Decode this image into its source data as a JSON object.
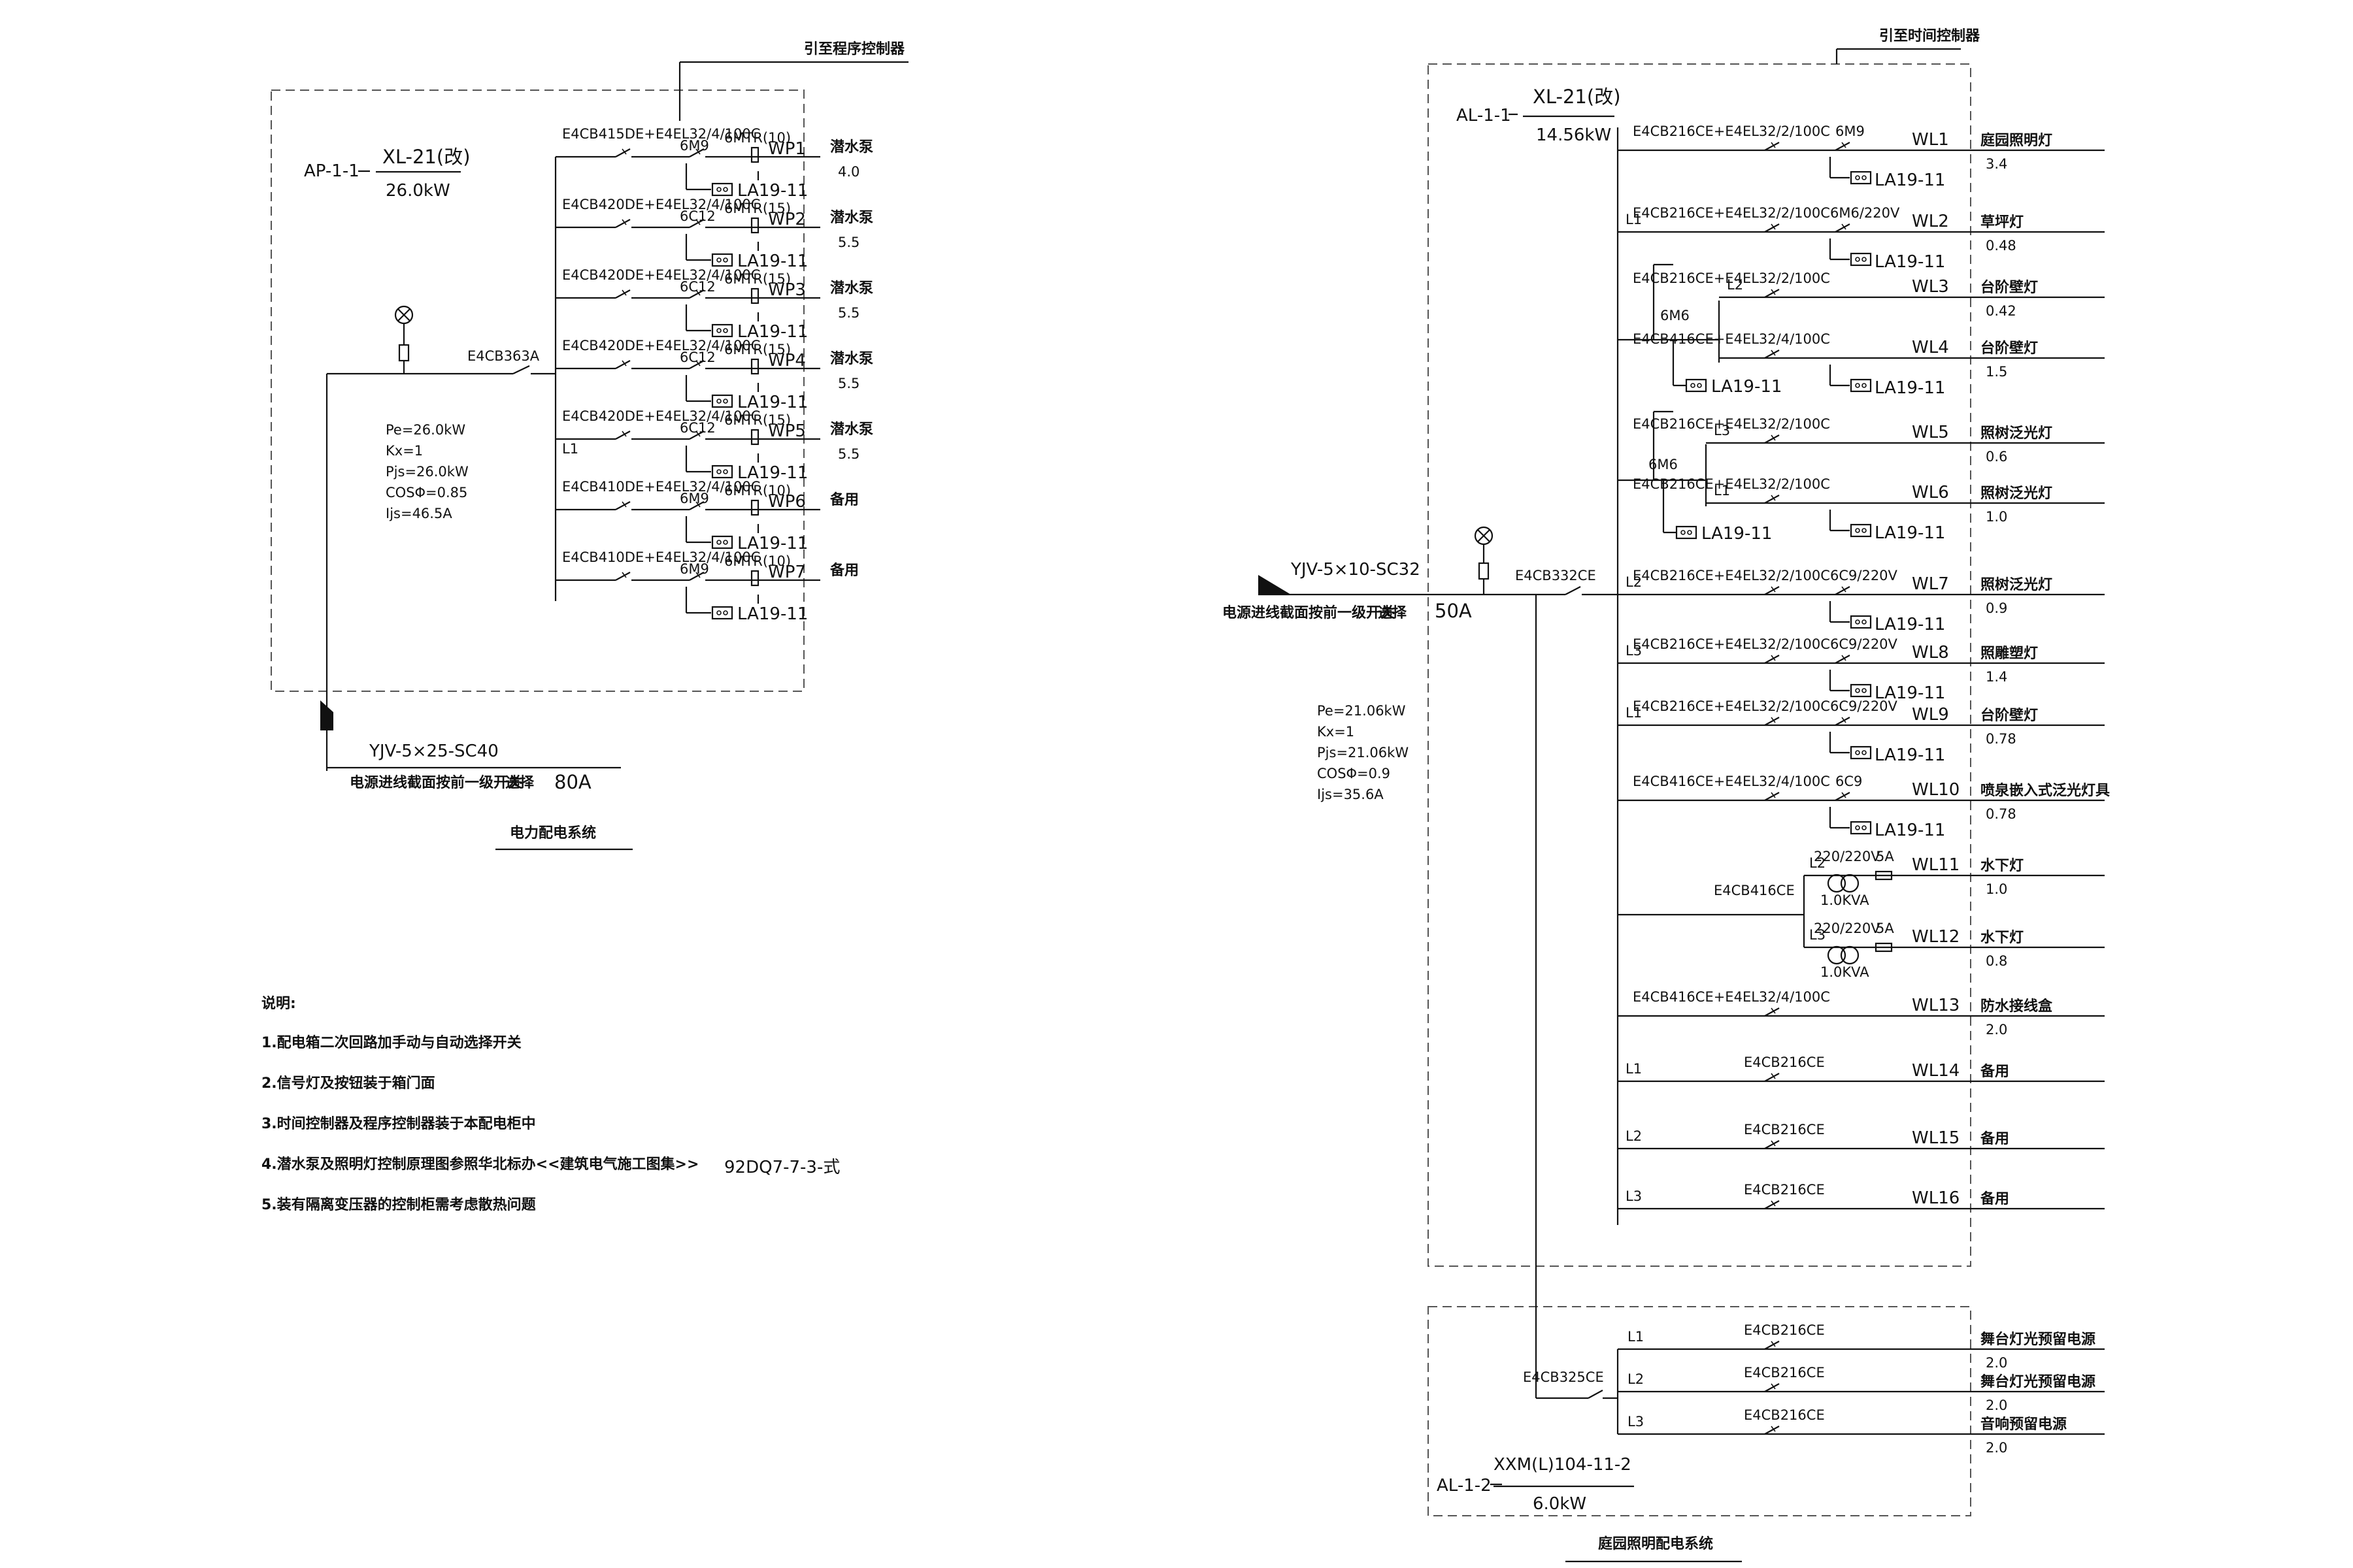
{
  "left": {
    "controller": "引至程序控制器",
    "panel_id": "AP-1-1",
    "panel_model": "XL-21(改)",
    "panel_power": "26.0kW",
    "main_breaker": "E4CB363A",
    "calc": [
      "Pe=26.0kW",
      "Kx=1",
      "Pjs=26.0kW",
      "COSΦ=0.85",
      "Ijs=46.5A"
    ],
    "cable": "YJV-5×25-SC40",
    "incoming_note": "电源进线截面按前一级开关",
    "select": "选择",
    "current": "80A",
    "title": "电力配电系统",
    "phase_label": "L1",
    "circuits": [
      {
        "breaker": "E4CB415DE+E4EL32/4/100C",
        "relay": "6M9",
        "starter": "6MTR(10)",
        "id": "WP1",
        "load": "潜水泵",
        "power": "4.0",
        "lamp": "LA19-11"
      },
      {
        "breaker": "E4CB420DE+E4EL32/4/100C",
        "relay": "6C12",
        "starter": "6MTR(15)",
        "id": "WP2",
        "load": "潜水泵",
        "power": "5.5",
        "lamp": "LA19-11"
      },
      {
        "breaker": "E4CB420DE+E4EL32/4/100C",
        "relay": "6C12",
        "starter": "6MTR(15)",
        "id": "WP3",
        "load": "潜水泵",
        "power": "5.5",
        "lamp": "LA19-11"
      },
      {
        "breaker": "E4CB420DE+E4EL32/4/100C",
        "relay": "6C12",
        "starter": "6MTR(15)",
        "id": "WP4",
        "load": "潜水泵",
        "power": "5.5",
        "lamp": "LA19-11"
      },
      {
        "breaker": "E4CB420DE+E4EL32/4/100C",
        "relay": "6C12",
        "starter": "6MTR(15)",
        "id": "WP5",
        "load": "潜水泵",
        "power": "5.5",
        "lamp": "LA19-11"
      },
      {
        "breaker": "E4CB410DE+E4EL32/4/100C",
        "relay": "6M9",
        "starter": "6MTR(10)",
        "id": "WP6",
        "load": "备用",
        "power": "",
        "lamp": "LA19-11"
      },
      {
        "breaker": "E4CB410DE+E4EL32/4/100C",
        "relay": "6M9",
        "starter": "6MTR(10)",
        "id": "WP7",
        "load": "备用",
        "power": "",
        "lamp": "LA19-11"
      }
    ]
  },
  "notes": {
    "heading": "说明:",
    "items": [
      "1.配电箱二次回路加手动与自动选择开关",
      "2.信号灯及按钮装于箱门面",
      "3.时间控制器及程序控制器装于本配电柜中",
      "4.潜水泵及照明灯控制原理图参照华北标办<<建筑电气施工图集>>",
      "5.装有隔离变压器的控制柜需考虑散热问题"
    ],
    "ref": "92DQ7-7-3-式"
  },
  "right": {
    "controller": "引至时间控制器",
    "panel_id": "AL-1-1",
    "panel_model": "XL-21(改)",
    "panel_power": "14.56kW",
    "main_breaker": "E4CB332CE",
    "cable": "YJV-5×10-SC32",
    "incoming_note": "电源进线截面按前一级开关",
    "select": "选择",
    "current": "50A",
    "calc": [
      "Pe=21.06kW",
      "Kx=1",
      "Pjs=21.06kW",
      "COSΦ=0.9",
      "Ijs=35.6A"
    ],
    "group1_relay": "6M6",
    "group2_relay": "6M6",
    "tx_breaker": "E4CB416CE",
    "tx_rating": "220/220V",
    "tx_fuse": "5A",
    "tx_kva": "1.0KVA",
    "circuits": [
      {
        "phase": "",
        "breaker": "E4CB216CE+E4EL32/2/100C",
        "relay": "6M9",
        "id": "WL1",
        "load": "庭园照明灯",
        "power": "3.4",
        "lamp": "LA19-11"
      },
      {
        "phase": "L1",
        "breaker": "E4CB216CE+E4EL32/2/100C",
        "relay": "6M6/220V",
        "id": "WL2",
        "load": "草坪灯",
        "power": "0.48",
        "lamp": "LA19-11"
      },
      {
        "phase": "L2",
        "breaker": "E4CB216CE+E4EL32/2/100C",
        "relay": "",
        "id": "WL3",
        "load": "台阶壁灯",
        "power": "0.42",
        "lamp": ""
      },
      {
        "phase": "",
        "breaker": "E4CB416CE+E4EL32/4/100C",
        "relay": "",
        "id": "WL4",
        "load": "台阶壁灯",
        "power": "1.5",
        "lamp": "LA19-11"
      },
      {
        "phase": "L3",
        "breaker": "E4CB216CE+E4EL32/2/100C",
        "relay": "",
        "id": "WL5",
        "load": "照树泛光灯",
        "power": "0.6",
        "lamp": ""
      },
      {
        "phase": "L1",
        "breaker": "E4CB216CE+E4EL32/2/100C",
        "relay": "",
        "id": "WL6",
        "load": "照树泛光灯",
        "power": "1.0",
        "lamp": "LA19-11"
      },
      {
        "phase": "L2",
        "breaker": "E4CB216CE+E4EL32/2/100C",
        "relay": "6C9/220V",
        "id": "WL7",
        "load": "照树泛光灯",
        "power": "0.9",
        "lamp": "LA19-11"
      },
      {
        "phase": "L3",
        "breaker": "E4CB216CE+E4EL32/2/100C",
        "relay": "6C9/220V",
        "id": "WL8",
        "load": "照雕塑灯",
        "power": "1.4",
        "lamp": "LA19-11"
      },
      {
        "phase": "L1",
        "breaker": "E4CB216CE+E4EL32/2/100C",
        "relay": "6C9/220V",
        "id": "WL9",
        "load": "台阶壁灯",
        "power": "0.78",
        "lamp": "LA19-11"
      },
      {
        "phase": "",
        "breaker": "E4CB416CE+E4EL32/4/100C",
        "relay": "6C9",
        "id": "WL10",
        "load": "喷泉嵌入式泛光灯具",
        "power": "0.78",
        "lamp": "LA19-11"
      },
      {
        "phase": "L2",
        "breaker": "",
        "relay": "",
        "id": "WL11",
        "load": "水下灯",
        "power": "1.0",
        "lamp": ""
      },
      {
        "phase": "L3",
        "breaker": "",
        "relay": "",
        "id": "WL12",
        "load": "水下灯",
        "power": "0.8",
        "lamp": ""
      },
      {
        "phase": "",
        "breaker": "E4CB416CE+E4EL32/4/100C",
        "relay": "",
        "id": "WL13",
        "load": "防水接线盒",
        "power": "2.0",
        "lamp": ""
      },
      {
        "phase": "L1",
        "breaker": "E4CB216CE",
        "relay": "",
        "id": "WL14",
        "load": "备用",
        "power": "",
        "lamp": ""
      },
      {
        "phase": "L2",
        "breaker": "E4CB216CE",
        "relay": "",
        "id": "WL15",
        "load": "备用",
        "power": "",
        "lamp": ""
      },
      {
        "phase": "L3",
        "breaker": "E4CB216CE",
        "relay": "",
        "id": "WL16",
        "load": "备用",
        "power": "",
        "lamp": ""
      }
    ],
    "sub_panel": {
      "breaker": "E4CB325CE",
      "panel_id": "AL-1-2",
      "panel_model": "XXM(L)104-11-2",
      "panel_power": "6.0kW",
      "circuits": [
        {
          "phase": "L1",
          "breaker": "E4CB216CE",
          "load": "舞台灯光预留电源",
          "power": "2.0"
        },
        {
          "phase": "L2",
          "breaker": "E4CB216CE",
          "load": "舞台灯光预留电源",
          "power": "2.0"
        },
        {
          "phase": "L3",
          "breaker": "E4CB216CE",
          "load": "音响预留电源",
          "power": "2.0"
        }
      ]
    },
    "title": "庭园照明配电系统"
  }
}
